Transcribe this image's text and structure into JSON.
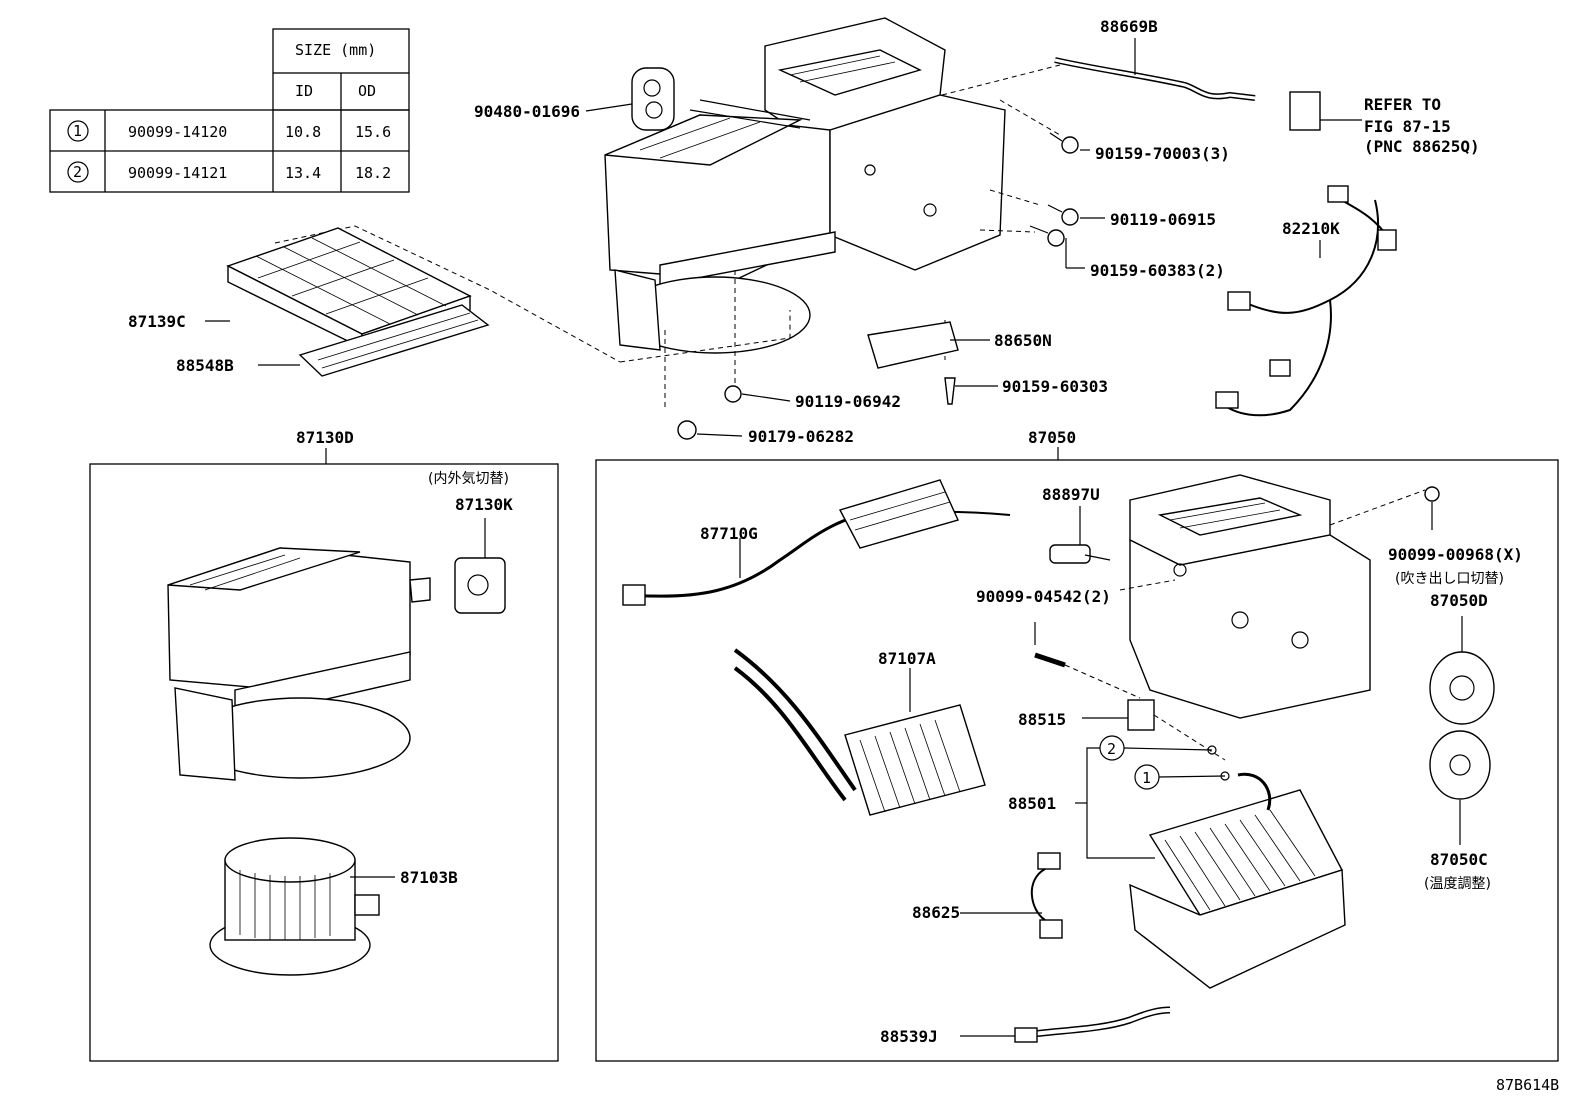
{
  "size_table": {
    "header": "SIZE (mm)",
    "col_id": "ID",
    "col_od": "OD",
    "rows": [
      {
        "mark": "1",
        "part": "90099-14120",
        "id": "10.8",
        "od": "15.6"
      },
      {
        "mark": "2",
        "part": "90099-14121",
        "id": "13.4",
        "od": "18.2"
      }
    ]
  },
  "labels": {
    "p90480": "90480-01696",
    "p88669b": "88669B",
    "refer1": "REFER TO",
    "refer2": "FIG 87-15",
    "refer3": "(PNC 88625Q)",
    "p90159_70003": "90159-70003(3)",
    "p90119_06915": "90119-06915",
    "p90159_60383": "90159-60383(2)",
    "p82210k": "82210K",
    "p87139c": "87139C",
    "p88548b": "88548B",
    "p88650n": "88650N",
    "p90119_06942": "90119-06942",
    "p90159_60303": "90159-60303",
    "p90179_06282": "90179-06282",
    "p87130d": "87130D",
    "p87050": "87050",
    "jp_naigai": "(内外気切替)",
    "p87130k": "87130K",
    "p87103b": "87103B",
    "p88897u": "88897U",
    "p87710g": "87710G",
    "p90099_00968": "90099-00968(X)",
    "jp_fukidashi": "(吹き出し口切替)",
    "p87050d": "87050D",
    "p90099_04542": "90099-04542(2)",
    "p87107a": "87107A",
    "p88515": "88515",
    "mark2": "2",
    "mark1": "1",
    "p88501": "88501",
    "p87050c": "87050C",
    "jp_ondo": "(温度調整)",
    "p88625": "88625",
    "p88539j": "88539J",
    "fig_id": "87B614B"
  }
}
